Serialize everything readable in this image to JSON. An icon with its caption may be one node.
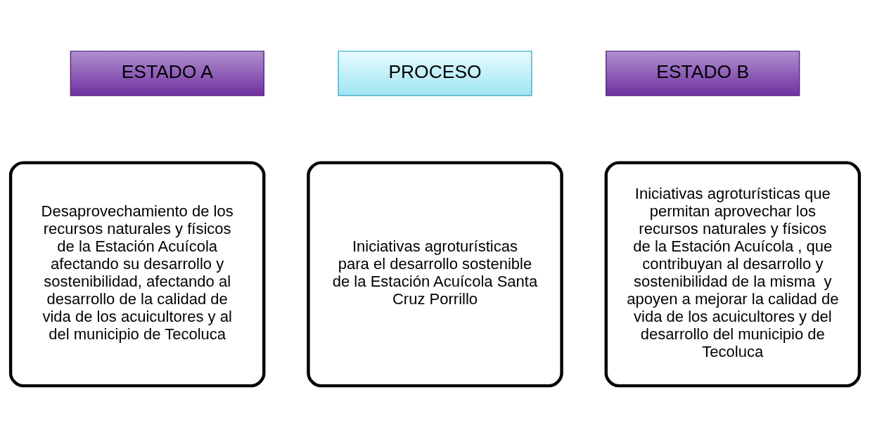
{
  "diagram": {
    "nodes": [
      {
        "text": [
          "ESTADO A"
        ]
      },
      {
        "text": [
          "PROCESO"
        ]
      },
      {
        "text": [
          "ESTADO B"
        ]
      },
      {
        "text": [
          "Desaprovechamiento de los recursos naturales y físicos de la Estación Acuícola afectando su desarrollo y sostenibilidad, afectando al desarrollo de la calidad de vida de los acuicultores y al del municipio de Tecoluca"
        ]
      },
      {
        "text": [
          "Iniciativas agroturísticas para el desarrollo sostenible de la Estación Acuícola Santa Cruz Porrillo"
        ]
      },
      {
        "text": [
          "Iniciativas agroturísticas que permitan aprovechar los recursos naturales y físicos de la Estación Acuícola , que contribuyan al desarrollo y sostenibilidad de la misma  y apoyen a mejorar la calidad de vida de los acuicultores y del desarrollo del municipio de Tecoluca"
        ]
      }
    ]
  }
}
